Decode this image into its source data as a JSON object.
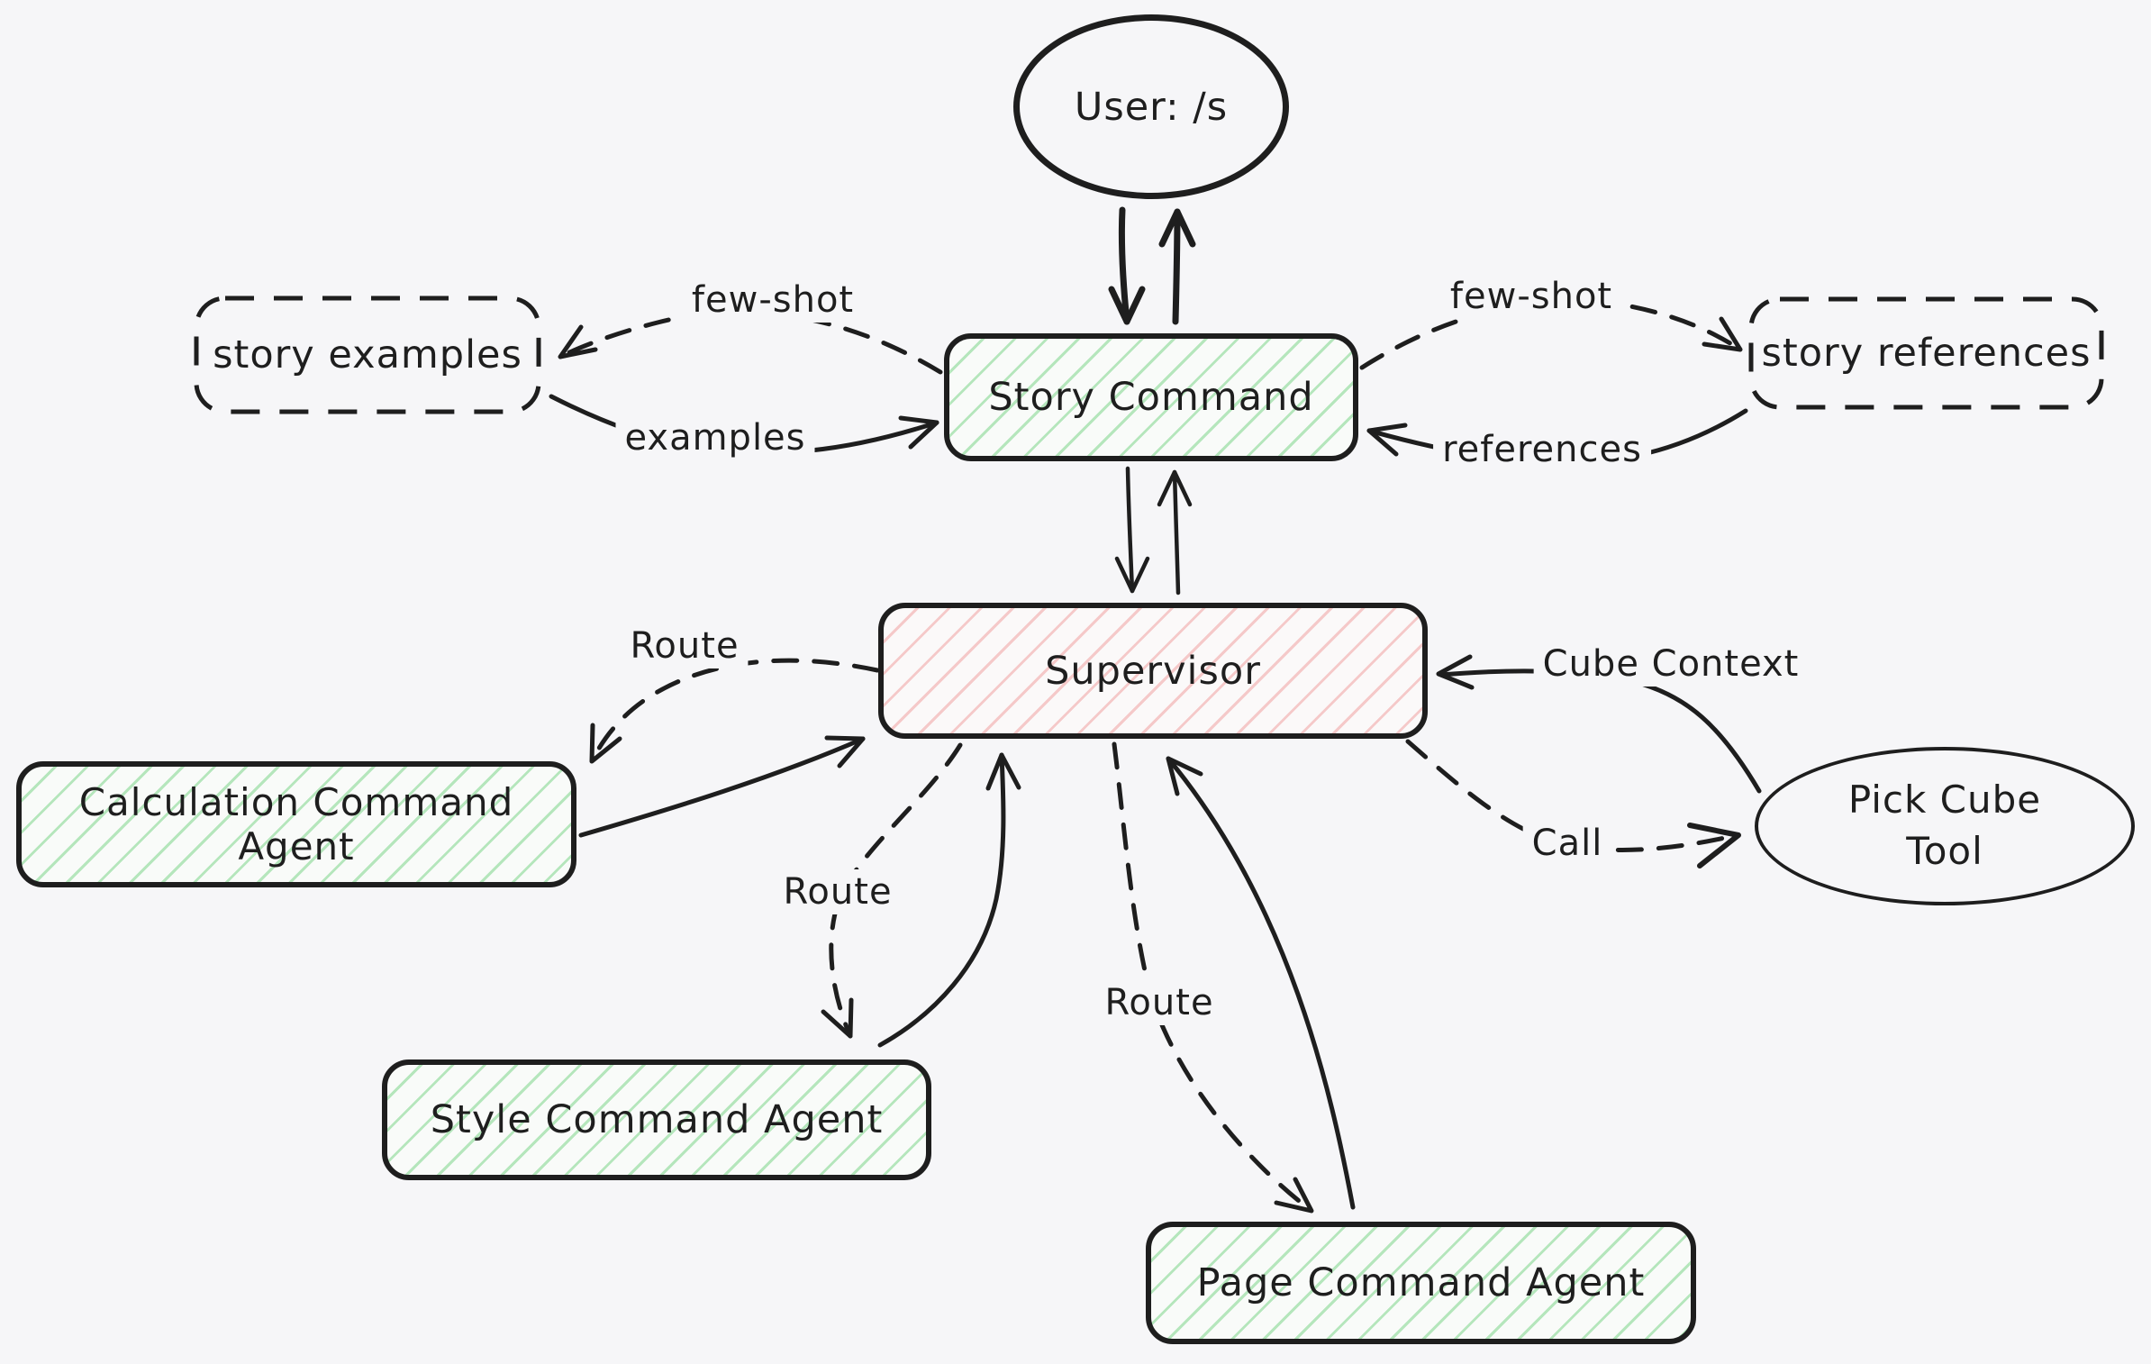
{
  "canvas": {
    "background": "#f6f6f8",
    "ink": "#1e1e1e",
    "green_hatch": "#b5e6bc",
    "red_hatch": "#f5c9c9"
  },
  "nodes": {
    "user": {
      "label": "User: /s",
      "shape": "ellipse"
    },
    "story_command": {
      "label": "Story Command",
      "shape": "rect-green"
    },
    "story_examples": {
      "label": "story examples",
      "shape": "rect-dashed"
    },
    "story_references": {
      "label": "story references",
      "shape": "rect-dashed"
    },
    "supervisor": {
      "label": "Supervisor",
      "shape": "rect-red"
    },
    "calculation_agent": {
      "label": "Calculation Command Agent",
      "shape": "rect-green"
    },
    "style_agent": {
      "label": "Style Command Agent",
      "shape": "rect-green"
    },
    "page_agent": {
      "label": "Page Command Agent",
      "shape": "rect-green"
    },
    "pick_cube_tool": {
      "label": "Pick Cube Tool",
      "shape": "ellipse"
    }
  },
  "edge_labels": {
    "few_shot_left": "few-shot",
    "examples": "examples",
    "few_shot_right": "few-shot",
    "references": "references",
    "route_left": "Route",
    "route_middle": "Route",
    "route_right": "Route",
    "cube_context": "Cube Context",
    "call": "Call"
  },
  "edges": [
    {
      "from": "user",
      "to": "story_command",
      "style": "solid"
    },
    {
      "from": "story_command",
      "to": "user",
      "style": "solid"
    },
    {
      "from": "story_command",
      "to": "supervisor",
      "style": "solid"
    },
    {
      "from": "supervisor",
      "to": "story_command",
      "style": "solid"
    },
    {
      "from": "story_command",
      "to": "story_examples",
      "label": "few-shot",
      "style": "dashed"
    },
    {
      "from": "story_examples",
      "to": "story_command",
      "label": "examples",
      "style": "solid"
    },
    {
      "from": "story_command",
      "to": "story_references",
      "label": "few-shot",
      "style": "dashed"
    },
    {
      "from": "story_references",
      "to": "story_command",
      "label": "references",
      "style": "solid"
    },
    {
      "from": "supervisor",
      "to": "calculation_agent",
      "label": "Route",
      "style": "dashed"
    },
    {
      "from": "calculation_agent",
      "to": "supervisor",
      "style": "solid"
    },
    {
      "from": "supervisor",
      "to": "style_agent",
      "label": "Route",
      "style": "dashed"
    },
    {
      "from": "style_agent",
      "to": "supervisor",
      "style": "solid"
    },
    {
      "from": "supervisor",
      "to": "page_agent",
      "label": "Route",
      "style": "dashed"
    },
    {
      "from": "page_agent",
      "to": "supervisor",
      "style": "solid"
    },
    {
      "from": "pick_cube_tool",
      "to": "supervisor",
      "label": "Cube Context",
      "style": "solid"
    },
    {
      "from": "supervisor",
      "to": "pick_cube_tool",
      "label": "Call",
      "style": "dashed"
    }
  ]
}
